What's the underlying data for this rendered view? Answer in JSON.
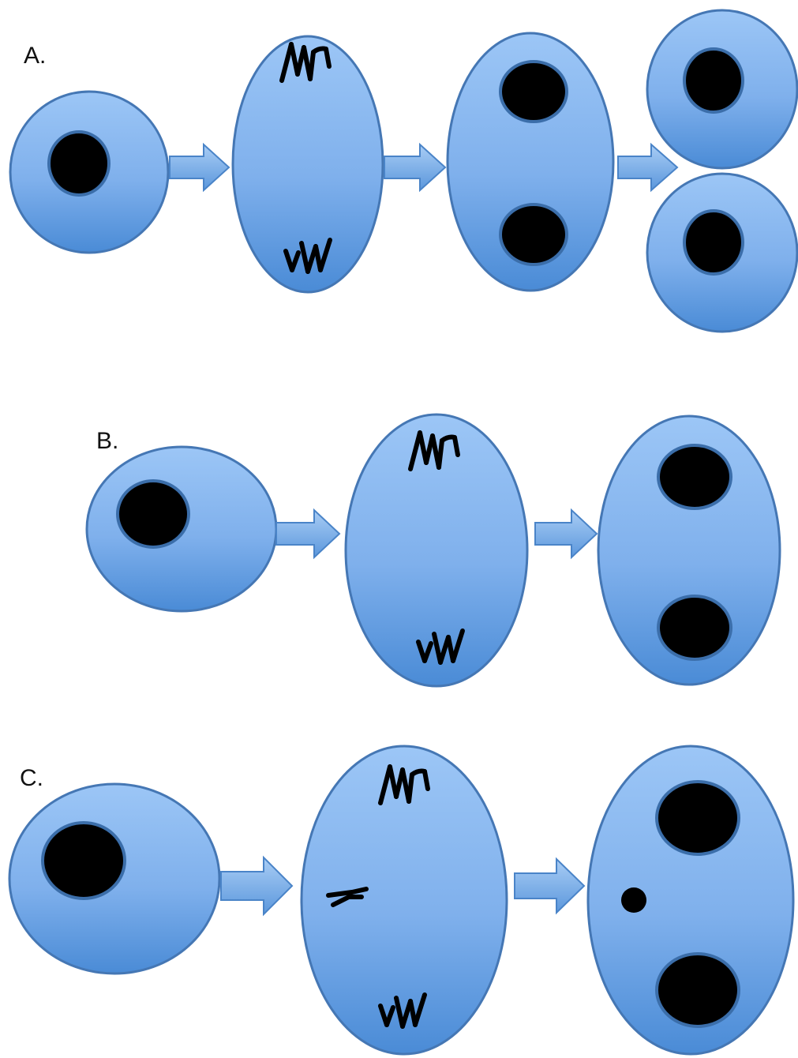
{
  "labels": {
    "row_a": "A.",
    "row_b": "B.",
    "row_c": "C."
  },
  "colors": {
    "cell_fill_light": "#95bff3",
    "cell_fill_dark": "#4a8bd6",
    "cell_stroke": "#4577b4",
    "nucleus_fill": "#000000",
    "nucleus_ring": "#3b6eaa",
    "chromosome": "#000000",
    "arrow_fill_light": "#9cc4f2",
    "arrow_fill_dark": "#5b97dc",
    "arrow_stroke": "#4a84c8"
  },
  "icons": {
    "cell": "cell-icon",
    "nucleus": "nucleus-icon",
    "chromosomes": "chromosome-group-icon",
    "arrow": "right-arrow-icon"
  }
}
